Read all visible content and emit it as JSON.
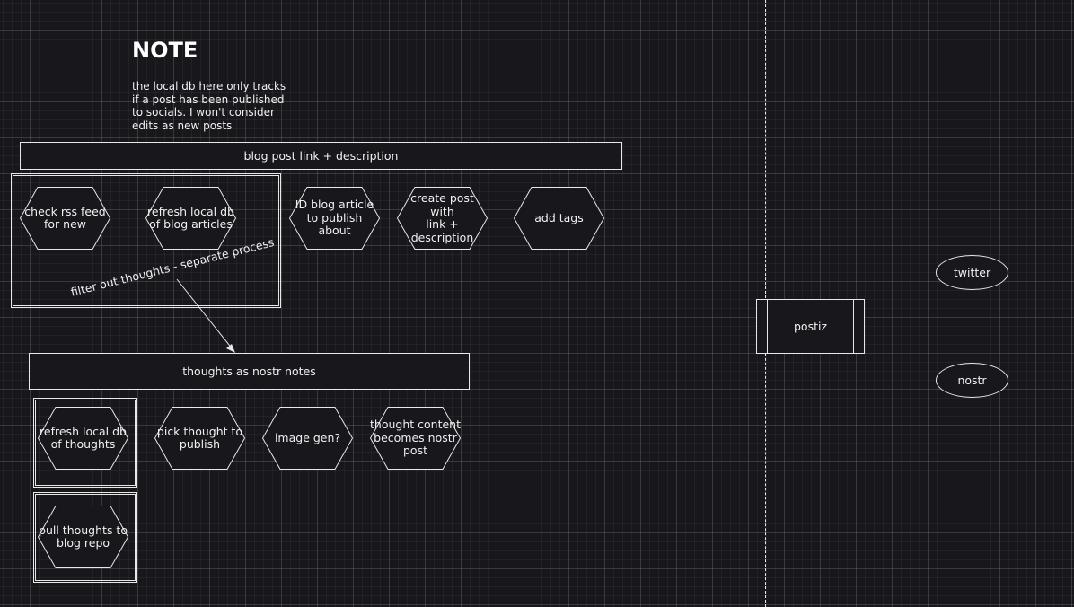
{
  "note": {
    "title": "NOTE",
    "body": "the local db here only tracks\nif a post has been published\nto socials. I won't consider\nedits as new posts"
  },
  "blog": {
    "header": "blog post link + description",
    "steps": [
      "check rss feed\nfor new",
      "refresh local db\nof blog articles",
      "ID blog article\nto publish about",
      "create post with\nlink +\ndescription",
      "add tags"
    ]
  },
  "filter_label": "filter out thoughts - separate process",
  "thoughts": {
    "header": "thoughts as nostr notes",
    "steps": [
      "refresh local db\nof thoughts",
      "pick thought to\npublish",
      "image gen?",
      "thought content\nbecomes nostr\npost",
      "pull thoughts to\nblog repo"
    ]
  },
  "postiz": "postiz",
  "targets": [
    "twitter",
    "nostr"
  ],
  "colors": {
    "background": "#18171c",
    "stroke": "#e8e8e8"
  }
}
